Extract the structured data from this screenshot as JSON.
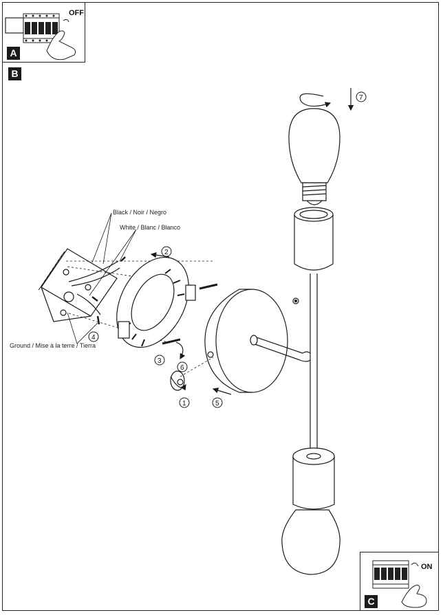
{
  "panels": {
    "a": {
      "tag": "A",
      "switch_label": "OFF"
    },
    "b": {
      "tag": "B"
    },
    "c": {
      "tag": "C",
      "switch_label": "ON"
    }
  },
  "wire_labels": {
    "black": "Black / Noir / Negro",
    "white": "White / Blanc / Blanco",
    "ground": "Ground / Mise à la terre / Tierra"
  },
  "steps": [
    "1",
    "2",
    "3",
    "4",
    "5",
    "6",
    "7"
  ],
  "colors": {
    "line": "#1a1a1a",
    "paper": "#ffffff",
    "tag_bg": "#1a1a1a"
  }
}
